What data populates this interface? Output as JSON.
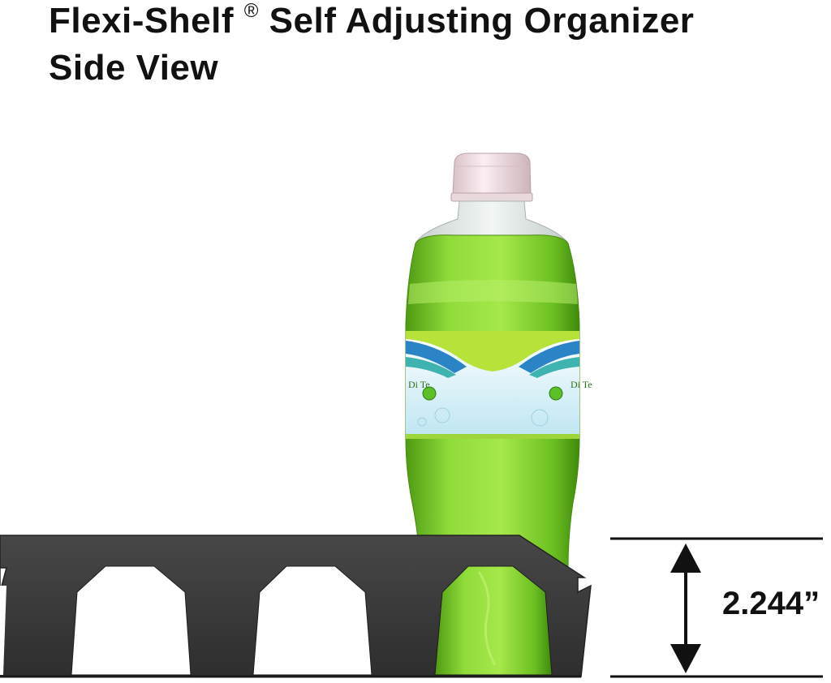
{
  "title": {
    "line1_main": "Flexi-Shelf",
    "line1_reg": "®",
    "line1_rest": "Self Adjusting Organizer",
    "line2": "Side View"
  },
  "dimension": {
    "label": "2.244”"
  },
  "bottle_label": {
    "left_text": "Di Te",
    "right_text": "Di Te"
  },
  "colors": {
    "shelf": "#3a3a3a",
    "bottle_green": "#7ccf2a",
    "cap": "#f3dde3",
    "text": "#111111"
  }
}
